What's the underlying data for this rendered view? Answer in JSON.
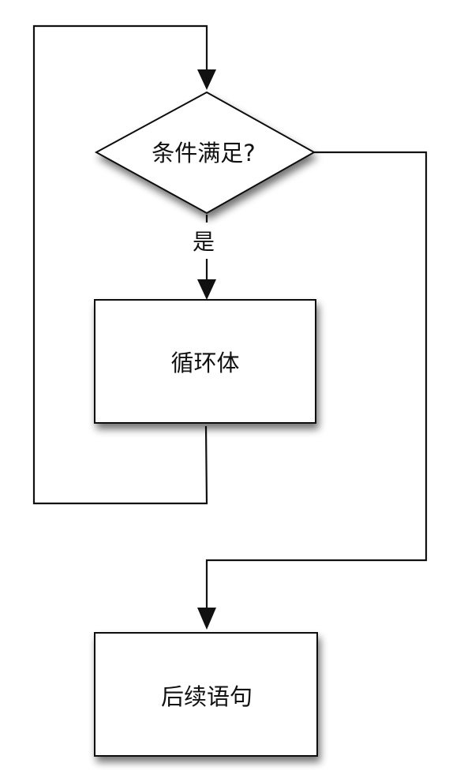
{
  "flowchart": {
    "decision": {
      "label": "条件满足?"
    },
    "edges": {
      "yes_label": "是"
    },
    "loop_body": {
      "label": "循环体"
    },
    "next_statement": {
      "label": "后续语句"
    }
  },
  "colors": {
    "stroke": "#111111",
    "fill": "#ffffff",
    "shadow": "#000000"
  }
}
